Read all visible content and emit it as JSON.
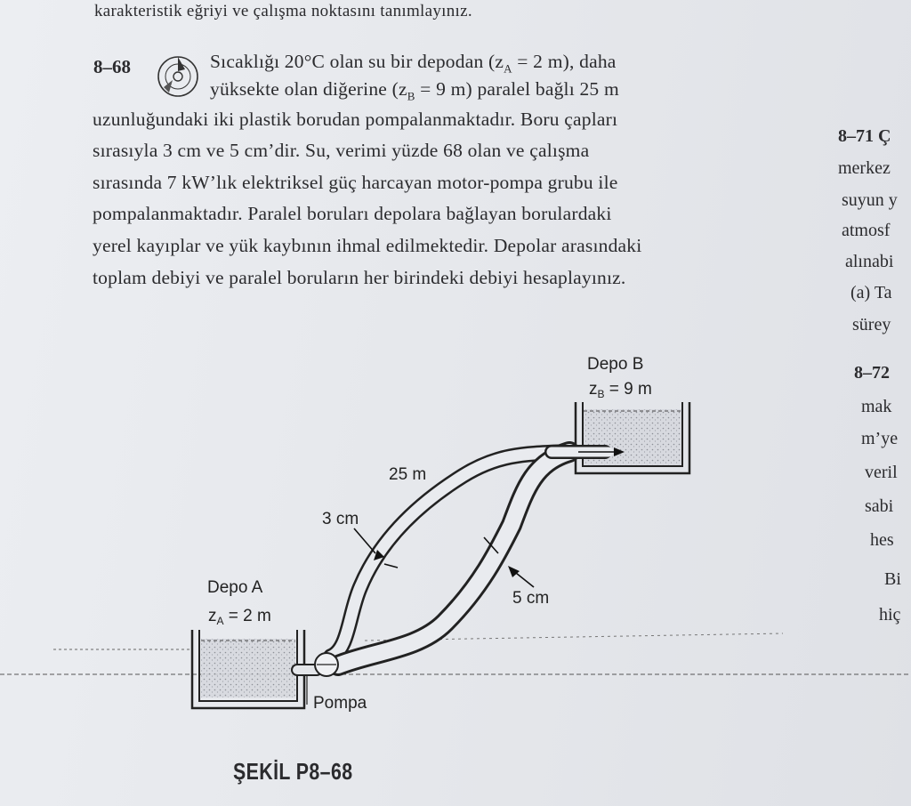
{
  "header_line": "karakteristik eğriyi ve çalışma noktasını tanımlayınız.",
  "problem": {
    "number": "8–68",
    "lines": [
      "Sıcaklığı 20°C olan su bir depodan (z",
      "yüksekte olan diğerine (z",
      "uzunluğundaki iki plastik borudan pompalanmaktadır. Boru çapları",
      "sırasıyla 3 cm ve 5 cm’dir. Su, verimi yüzde 68 olan ve çalışma",
      "sırasında 7 kW’lık elektriksel güç harcayan motor-pompa grubu ile",
      "pompalanmaktadır. Paralel boruları depolara bağlayan borulardaki",
      "yerel kayıplar ve yük kaybının ihmal edilmektedir. Depolar arasındaki",
      "toplam debiyi ve paralel boruların her birindeki debiyi hesaplayınız."
    ],
    "line1_sub": "A",
    "line1_tail": " = 2 m), daha",
    "line2_sub": "B",
    "line2_tail": " = 9 m) paralel bağlı 25 m"
  },
  "right_column": [
    "8–71 Ç",
    "merkez",
    "suyun y",
    "atmosf",
    "alınabi",
    "(a) Ta",
    "sürey",
    "8–72",
    "mak",
    "m’ye",
    "veril",
    "sabi",
    "hes",
    "Bi",
    "hiç"
  ],
  "figure": {
    "tank_b_title": "Depo  B",
    "tank_b_z": "z",
    "tank_b_z_sub": "B",
    "tank_b_z_val": " = 9 m",
    "tank_a_title": "Depo  A",
    "tank_a_z": "z",
    "tank_a_z_sub": "A",
    "tank_a_z_val": " = 2 m",
    "length_label": "25 m",
    "small_pipe_label": "3 cm",
    "large_pipe_label": "5 cm",
    "pump_label": "Pompa",
    "caption": "ŞEKİL P8–68"
  },
  "colors": {
    "ink": "#2b2b2e",
    "paper": "#e8e9ed",
    "water": "#c9ccd3"
  },
  "icon": "cd-disc-icon"
}
